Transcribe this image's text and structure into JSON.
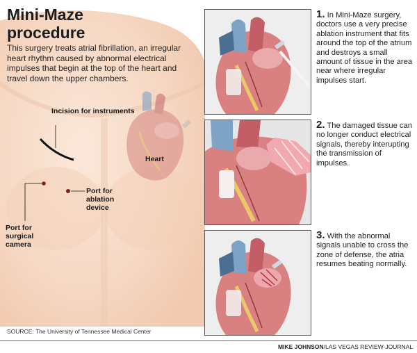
{
  "title_line1": "Mini-Maze",
  "title_line2": "procedure",
  "intro": "This surgery treats atrial fibrillation, an irregular heart rhythm caused by abnormal electrical impulses that begin at the top of the heart and travel down the upper chambers.",
  "labels": {
    "incision": "Incision for instruments",
    "heart": "Heart",
    "port_ablation": "Port for ablation device",
    "port_camera": "Port for surgical camera"
  },
  "steps": [
    {
      "number": "1.",
      "text": "In Mini-Maze surgery, doctors use a very precise ablation instrument that fits around the top of the atrium and destroys a small amount of tissue in the area near where irregular impulses start."
    },
    {
      "number": "2.",
      "text": "The damaged tissue can no longer conduct electrical signals, thereby interupting the transmis­sion of impulses."
    },
    {
      "number": "3.",
      "text": "With the abnormal signals unable to cross the zone of defense, the atria resumes beating normally."
    }
  ],
  "source": "SOURCE: The University of Tennessee Medical Center",
  "credit_name": "MIKE JOHNSON",
  "credit_org": "/LAS VEGAS REVIEW-JOURNAL",
  "colors": {
    "skin": "#f6dcc8",
    "heart": "#d98080",
    "artery_blue": "#7fa3c4",
    "fat_yellow": "#e9c96a",
    "ablation_pink": "#f2a8b0"
  }
}
